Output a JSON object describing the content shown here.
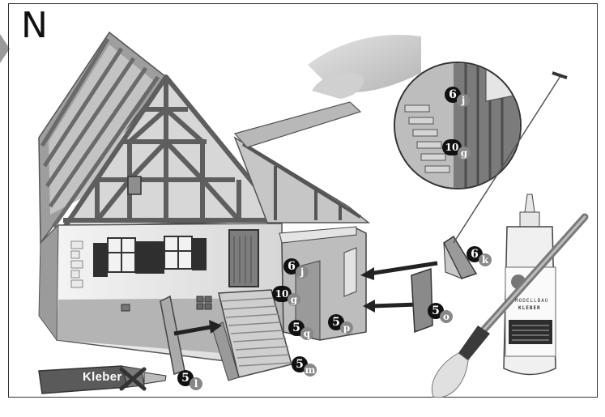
{
  "step": "N",
  "glue_label": "Kleber",
  "bottle": {
    "line1": "MODELLBAU",
    "line2": "KLEBER"
  },
  "callouts": [
    {
      "id": "6j-detail",
      "num": "6",
      "letter": "j"
    },
    {
      "id": "10g-detail",
      "num": "10",
      "letter": "g"
    },
    {
      "id": "6k",
      "num": "6",
      "letter": "k"
    },
    {
      "id": "6j-house",
      "num": "6",
      "letter": "j"
    },
    {
      "id": "10g-house",
      "num": "10",
      "letter": "g"
    },
    {
      "id": "5q",
      "num": "5",
      "letter": "q"
    },
    {
      "id": "5p",
      "num": "5",
      "letter": "p"
    },
    {
      "id": "5o",
      "num": "5",
      "letter": "o"
    },
    {
      "id": "5m",
      "num": "5",
      "letter": "m"
    },
    {
      "id": "5l",
      "num": "5",
      "letter": "l"
    }
  ]
}
